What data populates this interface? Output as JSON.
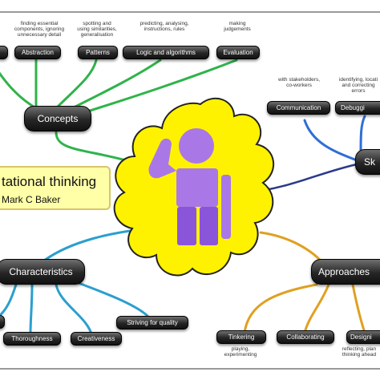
{
  "title_box": {
    "title": "tational thinking",
    "author": "Mark C Baker"
  },
  "branches": {
    "concepts": {
      "label": "Concepts"
    },
    "skills": {
      "label": "Sk"
    },
    "characteristics": {
      "label": "Characteristics"
    },
    "approaches": {
      "label": "Approaches"
    }
  },
  "concepts_children": [
    "",
    "Abstraction",
    "Patterns",
    "Logic and algorithms",
    "Evaluation"
  ],
  "concepts_notes": [
    "finding essential\ncomponents, ignoring\nunnecessary detail",
    "spotting and\nusing similarities,\ngeneralisation",
    "predicting, analysing,\ninstructions, rules",
    "making\njudgements"
  ],
  "skills_children": [
    "Communication",
    "Debuggi"
  ],
  "skills_notes": [
    "with stakeholders,\nco-workers",
    "identifying, locati\nand correcting\nerrors"
  ],
  "characteristics_children": [
    "Thoroughness",
    "Creativeness",
    "Striving for quality"
  ],
  "approaches_children": [
    "Tinkering",
    "Collaborating",
    "Designi"
  ],
  "approaches_notes": [
    "playing,\nexperimenting",
    "reflecting, plan\nthinking ahead"
  ],
  "colors": {
    "concepts_lines": "#2fb34a",
    "skills_lines": "#2f6fd6",
    "characteristics_lines": "#2a9fcf",
    "approaches_lines": "#e0a020",
    "center_line": "#2a3a8a",
    "flower_fill": "#fff200",
    "figure": "#a978e6"
  },
  "icons": {
    "center": "thinking-person-icon"
  }
}
